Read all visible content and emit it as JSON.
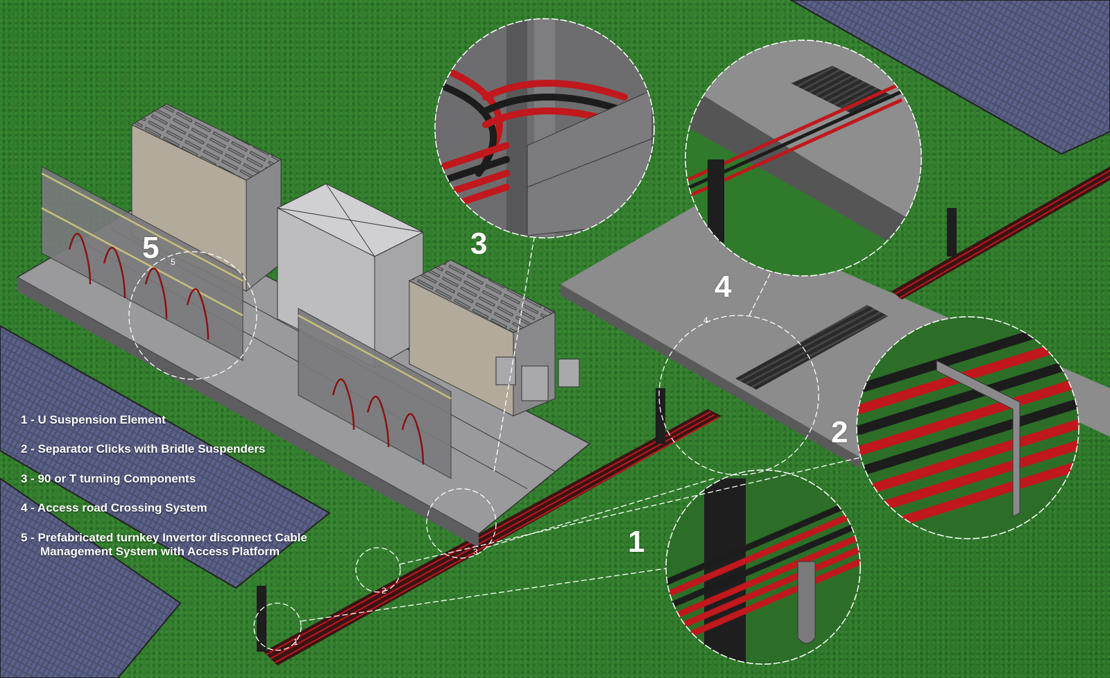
{
  "diagram": {
    "subject": "Solar field cable management system around inverter station",
    "colors": {
      "grass": "#2f7a2b",
      "road": "#8a8a8a",
      "solar_panel": "#4a4f6e",
      "cable_red": "#c0181c",
      "cable_black": "#1c1c1c",
      "steel": "#6e6e70",
      "label_text": "#ffffff"
    },
    "callouts": [
      {
        "number": "1",
        "small_label": "1",
        "title": "U Suspension Element"
      },
      {
        "number": "2",
        "small_label": "2",
        "title": "Separator Clicks with Bridle Suspenders"
      },
      {
        "number": "3",
        "small_label": "3",
        "title": "90 or T turning Components"
      },
      {
        "number": "4",
        "small_label": "4",
        "title": "Access road Crossing System"
      },
      {
        "number": "5",
        "small_label": "5",
        "title": "Prefabricated turnkey Invertor disconnect Cable Management System with Access Platform"
      }
    ],
    "legend": {
      "items": [
        {
          "text": "1 - U Suspension Element"
        },
        {
          "text": "2 - Separator Clicks with Bridle Suspenders"
        },
        {
          "text": "3 - 90 or T turning Components"
        },
        {
          "text": "4 - Access road Crossing System"
        },
        {
          "text": "5 - Prefabricated turnkey Invertor disconnect Cable",
          "continuation": "Management System with Access Platform"
        }
      ]
    },
    "detail_views": [
      {
        "id": "3",
        "shows": "90/T turning cable tray with red and black cables"
      },
      {
        "id": "4",
        "shows": "Access road crossing with grated covers over cable trench"
      },
      {
        "id": "2",
        "shows": "Separator clicks holding red and black cables on bridle"
      },
      {
        "id": "1",
        "shows": "U suspension hook on post with cable bundle"
      }
    ]
  }
}
